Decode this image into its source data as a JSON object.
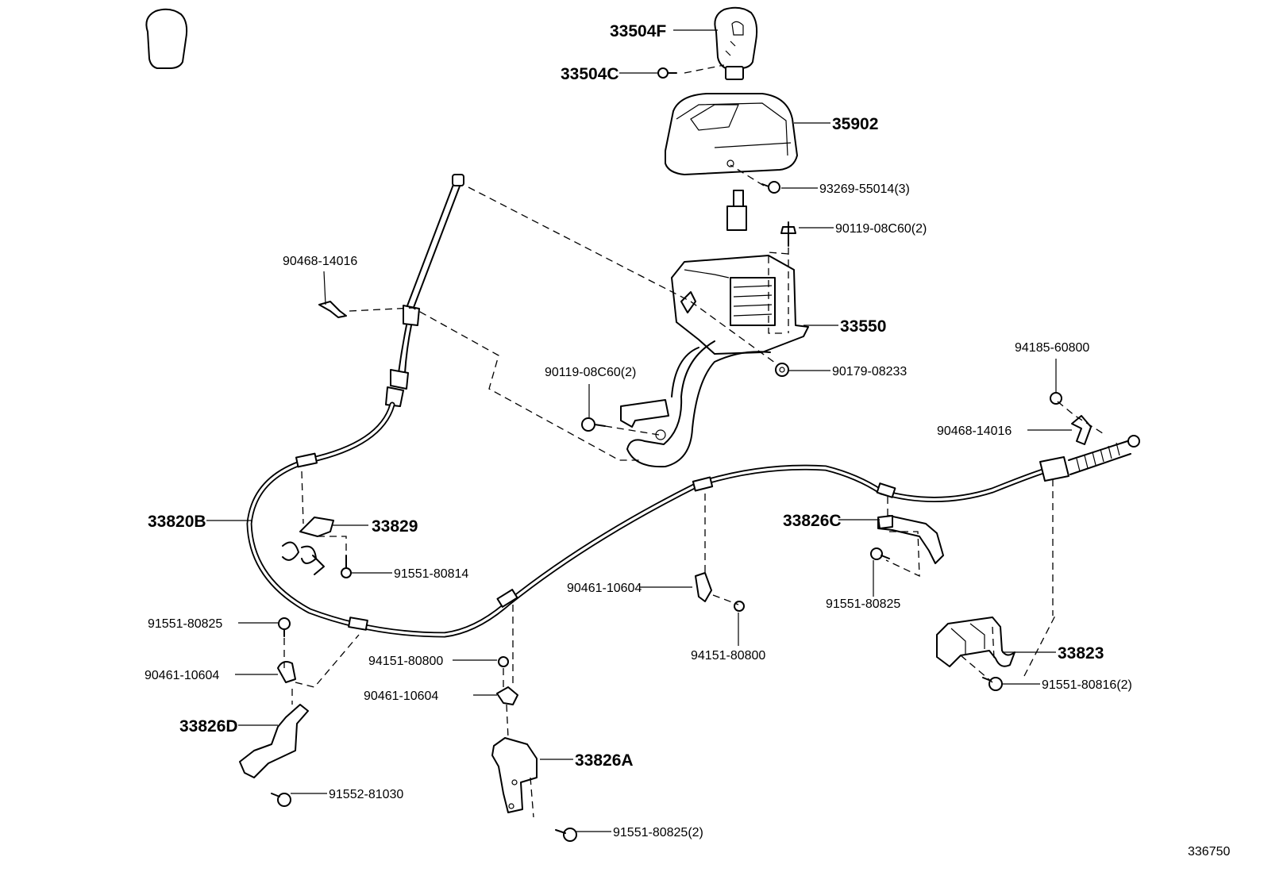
{
  "labels": {
    "knob": "33504F",
    "knob_screw": "33504C",
    "console_cover": "35902",
    "cover_screw": "93269-55014(3)",
    "bolt_top": "90119-08C60(2)",
    "shift_lever_assy": "33550",
    "retainer_left": "90468-14016",
    "bolt_left": "90119-08C60(2)",
    "nut_center": "90179-08233",
    "nut_right_top": "94185-60800",
    "retainer_right": "90468-14016",
    "control_cable": "33820B",
    "clip_bracket_left": "33829",
    "screw_left_mid": "91551-80814",
    "bracket_c": "33826C",
    "clamp_center": "90461-10604",
    "bolt_c": "91551-80825",
    "bracket_right": "33823",
    "bolt_right_bottom": "91551-80816(2)",
    "bolt_left_lower": "91551-80825",
    "clamp_left": "90461-10604",
    "nut_center_left": "94151-80800",
    "nut_center_right": "94151-80800",
    "clamp_lower": "90461-10604",
    "bracket_d": "33826D",
    "bracket_a": "33826A",
    "bolt_d": "91552-81030",
    "bolt_a": "91551-80825(2)"
  },
  "diagram_id": "336750"
}
